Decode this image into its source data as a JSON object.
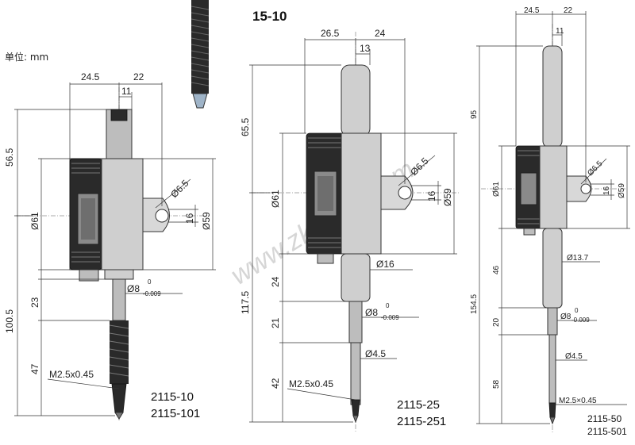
{
  "unit_label": "单位: mm",
  "title": "15-10",
  "watermark": "www.zkh360.com",
  "left": {
    "models": [
      "2115-10",
      "2115-101"
    ],
    "dims": {
      "top1": "24.5",
      "top2": "22",
      "top3": "11",
      "h1": "56.5",
      "h2": "100.5",
      "h3": "23",
      "h4": "47",
      "dia_body": "Ø61",
      "dia_lug": "Ø6.5",
      "lug_h": "16",
      "dia59": "Ø59",
      "stem": "Ø8",
      "tol_up": "0",
      "tol_dn": "-0.009",
      "thread": "M2.5x0.45"
    }
  },
  "middle": {
    "models": [
      "2115-25",
      "2115-251"
    ],
    "dims": {
      "top1": "26.5",
      "top2": "24",
      "top3": "13",
      "h1": "65.5",
      "h2": "117.5",
      "h3": "24",
      "h4": "21",
      "h5": "42",
      "dia_body": "Ø61",
      "dia_lug": "Ø6.5",
      "lug_h": "16",
      "dia59": "Ø59",
      "dia16": "Ø16",
      "stem": "Ø8",
      "tol_up": "0",
      "tol_dn": "-0.009",
      "dia45": "Ø4.5",
      "thread": "M2.5x0.45"
    }
  },
  "right": {
    "models": [
      "2115-50",
      "2115-501"
    ],
    "dims": {
      "top1": "24.5",
      "top2": "22",
      "top3": "11",
      "h1": "95",
      "h2": "154.5",
      "h3": "46",
      "h4": "20",
      "h5": "58",
      "dia_body": "Ø61",
      "dia_lug": "Ø6.5",
      "lug_h": "16",
      "dia59": "Ø59",
      "dia137": "Ø13.7",
      "stem": "Ø8",
      "tol_up": "0",
      "tol_dn": "-0.009",
      "dia45": "Ø4.5",
      "thread": "M2.5×0.45"
    }
  }
}
